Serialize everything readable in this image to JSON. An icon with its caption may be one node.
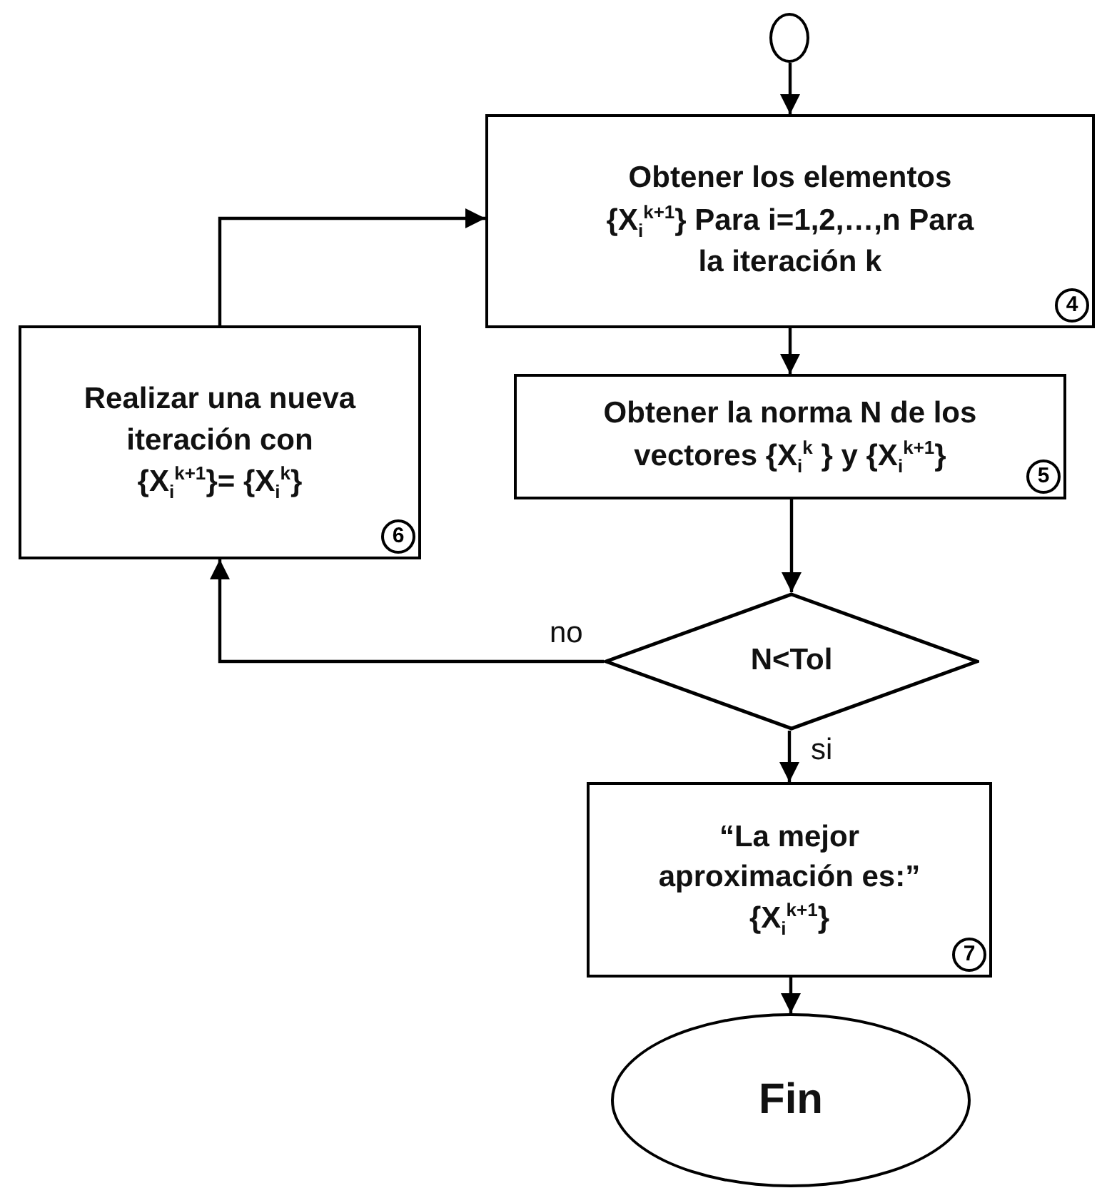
{
  "diagram": {
    "nodes": [
      {
        "text": [],
        "shape": "circle"
      },
      {
        "text": [
          "Obtener los elementos {X$_{i}$$^{k+1}$} Para i=1,2,…,n Para la iteración k",
          "4"
        ]
      },
      {
        "text": [
          "Obtener la norma N de los vectores {X$_{i}$$^{k}$ } y {X$_{i}$$^{k+1}$}",
          "5"
        ]
      },
      {
        "text": [
          "N<Tol"
        ]
      },
      {
        "text": [
          "Realizar una nueva iteración con {X$_{i}$$^{k+1}$}= {X$_{i}$$^{k}$}",
          "6"
        ]
      },
      {
        "text": [
          "“La mejor aproximación es:” {X$_{i}$$^{k+1}$}",
          "7"
        ]
      },
      {
        "text": [
          "Fin"
        ]
      }
    ],
    "edges": [
      {
        "from": 0,
        "to": 1,
        "arrow": "to"
      },
      {
        "from": 1,
        "to": 2,
        "arrow": "to"
      },
      {
        "from": 2,
        "to": 3,
        "arrow": "to"
      },
      {
        "from": 3,
        "to": 4,
        "arrow": "to",
        "label": "no"
      },
      {
        "from": 4,
        "to": 1,
        "arrow": "to"
      },
      {
        "from": 3,
        "to": 5,
        "arrow": "to",
        "label": "si"
      },
      {
        "from": 5,
        "to": 6,
        "arrow": "to"
      }
    ]
  }
}
